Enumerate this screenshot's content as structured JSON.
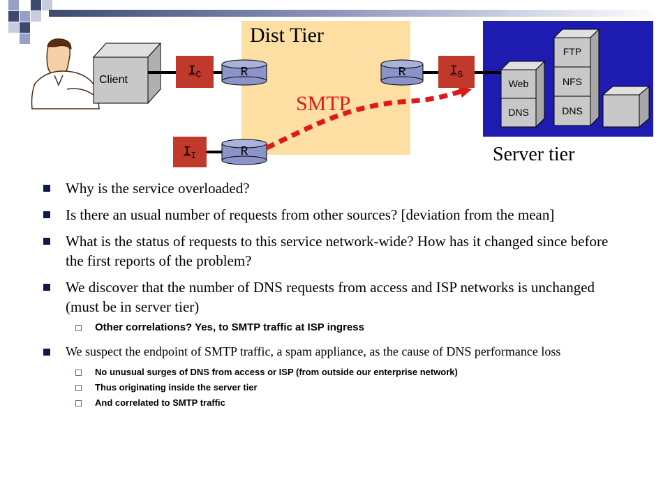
{
  "diagram": {
    "dist_tier_title": "Dist Tier",
    "smtp_label": "SMTP",
    "server_tier_label": "Server tier",
    "client_label": "Client",
    "iface_client": {
      "main": "I",
      "sub": "C"
    },
    "iface_server": {
      "main": "I",
      "sub": "S"
    },
    "iface_isp": {
      "main": "I",
      "sub": "I"
    },
    "router_label": "R",
    "servers": {
      "web": "Web",
      "dns_left": "DNS",
      "ftp": "FTP",
      "nfs": "NFS",
      "dns_right": "DNS"
    },
    "colors": {
      "dist_tier_bg": "#fddfa3",
      "server_tier_bg": "#1d1bb0",
      "iface": "#c0392b",
      "router": "#8a94c8",
      "arrow": "#e01818"
    }
  },
  "bullets": {
    "b1": "Why is the service overloaded?",
    "b2": "Is there an usual number of requests from other sources? [deviation from the mean]",
    "b3": "What is the status of requests to this service network-wide?  How has it changed since before the first reports of the problem?",
    "b4": "We discover that the number of DNS requests from access and ISP networks is unchanged (must be in server tier)",
    "b4_sub": "Other correlations?  Yes, to SMTP traffic at ISP ingress",
    "b5": "We suspect the endpoint of SMTP traffic, a spam appliance, as the cause of DNS performance loss",
    "b5_sub1": "No unusual surges of DNS from access or ISP (from outside our enterprise network)",
    "b5_sub2": "Thus originating inside the server tier",
    "b5_sub3": "And correlated to SMTP traffic"
  }
}
